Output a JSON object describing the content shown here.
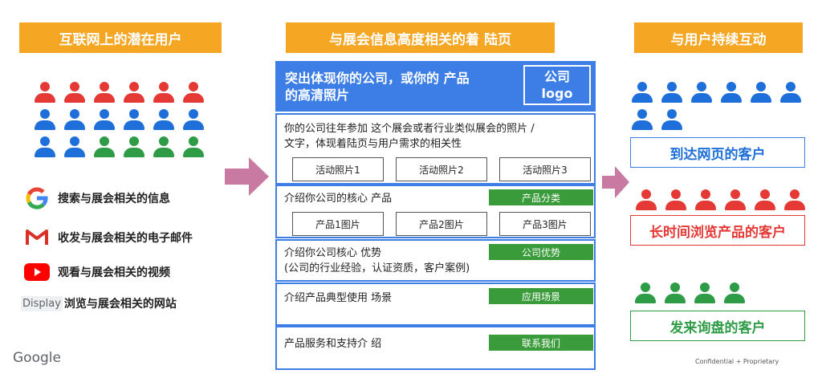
{
  "headers": {
    "left": "互联网上的潜在用户",
    "middle": "与展会信息高度相关的着 陆页",
    "right": "与用户持续互动"
  },
  "features": [
    {
      "icon": "google-g-icon",
      "label": "搜索与展会相关的信息"
    },
    {
      "icon": "gmail-icon",
      "label": "收发与展会相关的电子邮件"
    },
    {
      "icon": "youtube-icon",
      "label": "观看与展会相关的视频"
    },
    {
      "icon": "display-icon",
      "icon_text": "Display",
      "label": "浏览与展会相关的网站"
    }
  ],
  "google_logo": "Google",
  "landing": {
    "hero": "突出体现你的公司，或你的 产品\n的高清照片",
    "logo_box": "公司\nlogo",
    "sec1_text": "你的公司往年参加 这个展会或者行业类似展会的照片 /\n文字，体现着陆页与用户需求的相关性",
    "photos": [
      "活动照片1",
      "活动照片2",
      "活动照片3"
    ],
    "sec2_text": "介绍你公司的核心 产品",
    "sec2_pill": "产品分类",
    "products": [
      "产品1图片",
      "产品2图片",
      "产品3图片"
    ],
    "sec3_text": "介绍你公司核心 优势\n(公司的行业经验，认证资质，客户案例)",
    "sec3_pill": "公司优势",
    "sec4_text": "介绍产品典型使用 场景",
    "sec4_pill": "应用场景",
    "sec5_text": "产品服务和支持介 绍",
    "sec5_pill": "联系我们"
  },
  "customers": {
    "visitors": "到达网页的客户",
    "browsers": "长时间浏览产品的客户",
    "inquirers": "发来询盘的客户"
  },
  "footer_note": "Confidential + Proprietary",
  "colors": {
    "header_orange": "#f5a623",
    "red": "#e53935",
    "blue": "#1e6fd9",
    "green": "#2e9c47",
    "arrow_pink": "#c97aa3"
  }
}
